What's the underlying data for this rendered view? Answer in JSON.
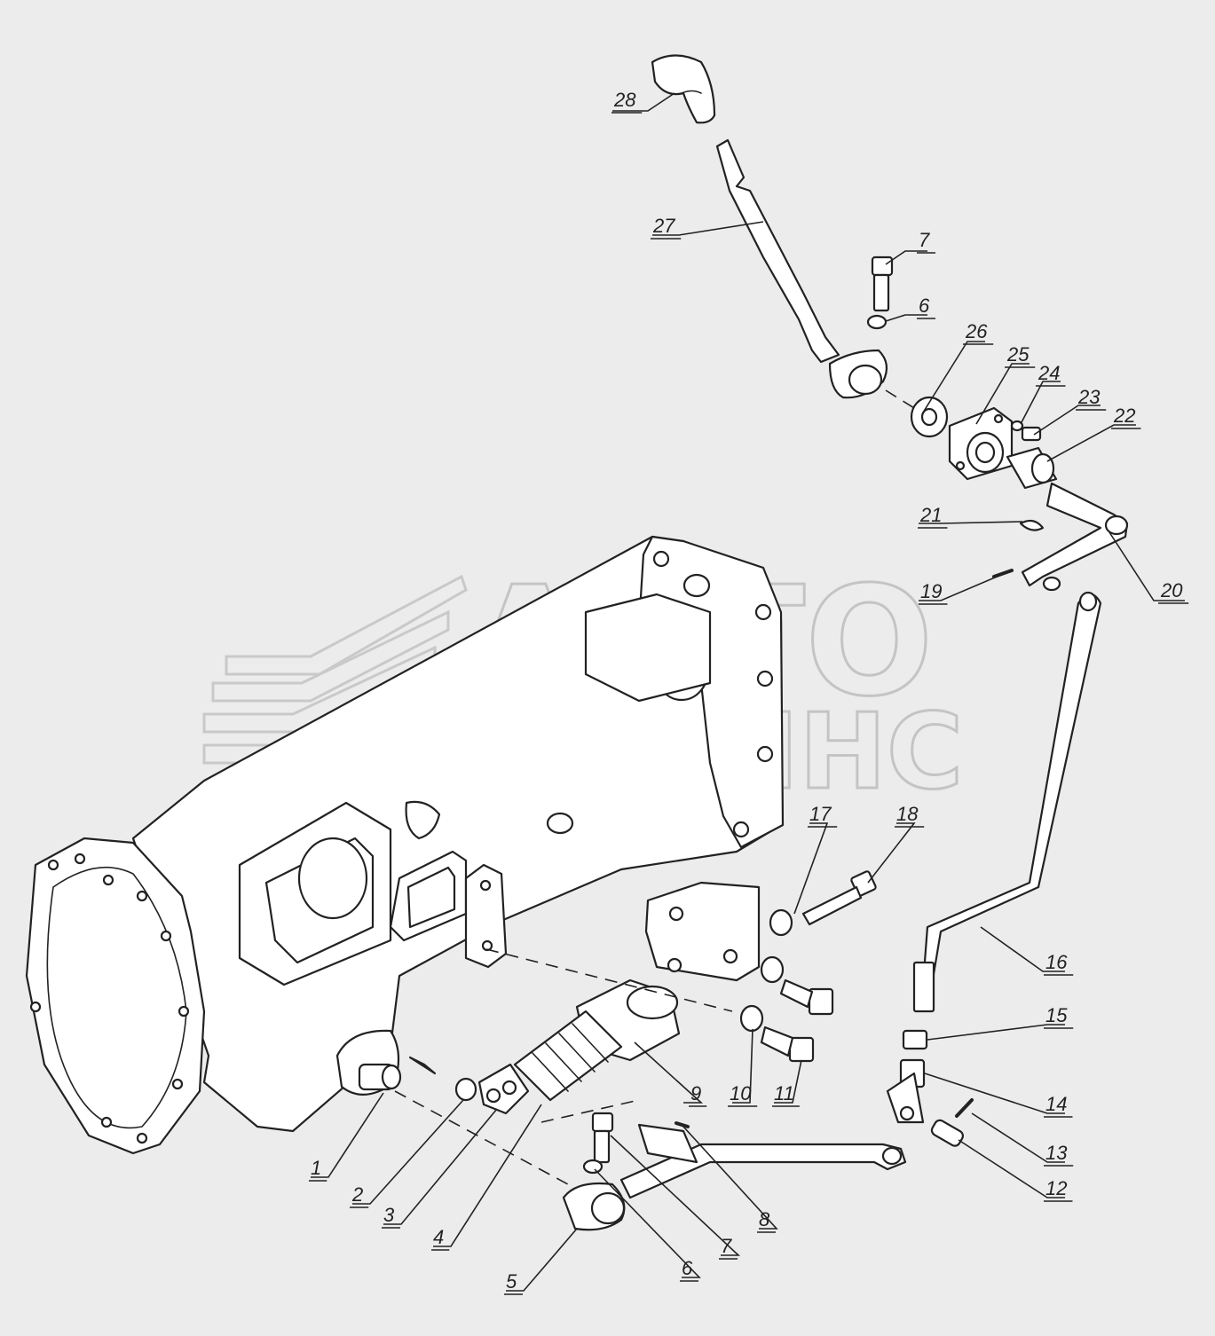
{
  "watermark": {
    "line1": "АВТО",
    "line2": "АЛЬЯНС"
  },
  "callouts": [
    {
      "id": "1",
      "label": "1"
    },
    {
      "id": "2",
      "label": "2"
    },
    {
      "id": "3",
      "label": "3"
    },
    {
      "id": "4",
      "label": "4"
    },
    {
      "id": "5",
      "label": "5"
    },
    {
      "id": "6a",
      "label": "6"
    },
    {
      "id": "6b",
      "label": "6"
    },
    {
      "id": "7a",
      "label": "7"
    },
    {
      "id": "7b",
      "label": "7"
    },
    {
      "id": "8",
      "label": "8"
    },
    {
      "id": "9",
      "label": "9"
    },
    {
      "id": "10",
      "label": "10"
    },
    {
      "id": "11",
      "label": "11"
    },
    {
      "id": "12",
      "label": "12"
    },
    {
      "id": "13",
      "label": "13"
    },
    {
      "id": "14",
      "label": "14"
    },
    {
      "id": "15",
      "label": "15"
    },
    {
      "id": "16",
      "label": "16"
    },
    {
      "id": "17",
      "label": "17"
    },
    {
      "id": "18",
      "label": "18"
    },
    {
      "id": "19",
      "label": "19"
    },
    {
      "id": "20",
      "label": "20"
    },
    {
      "id": "21",
      "label": "21"
    },
    {
      "id": "22",
      "label": "22"
    },
    {
      "id": "23",
      "label": "23"
    },
    {
      "id": "24",
      "label": "24"
    },
    {
      "id": "25",
      "label": "25"
    },
    {
      "id": "26",
      "label": "26"
    },
    {
      "id": "27",
      "label": "27"
    },
    {
      "id": "28",
      "label": "28"
    }
  ]
}
